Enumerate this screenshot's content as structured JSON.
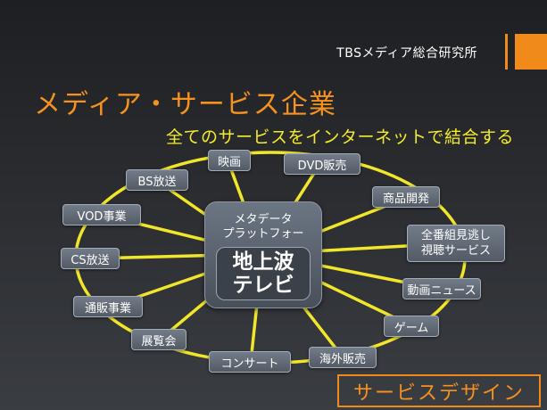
{
  "header": {
    "org": "TBSメディア総合研究所"
  },
  "title": "メディア・サービス企業",
  "subtitle": "全てのサービスをインターネットで結合する",
  "center": {
    "line1": "メタデータ",
    "line2": "プラットフォー",
    "core1": "地上波",
    "core2": "テレビ"
  },
  "nodes": [
    "映画",
    "DVD販売",
    "商品開発",
    "全番組見逃し",
    "視聴サービス",
    "動画ニュース",
    "ゲーム",
    "海外販売",
    "コンサート",
    "展覧会",
    "通販事業",
    "CS放送",
    "VOD事業",
    "BS放送"
  ],
  "footer": {
    "label": "サービスデザイン"
  },
  "colors": {
    "accent": "#f08a1a",
    "line": "#f2e62a",
    "title": "#f7921e",
    "subtitle": "#f5ec2a"
  }
}
